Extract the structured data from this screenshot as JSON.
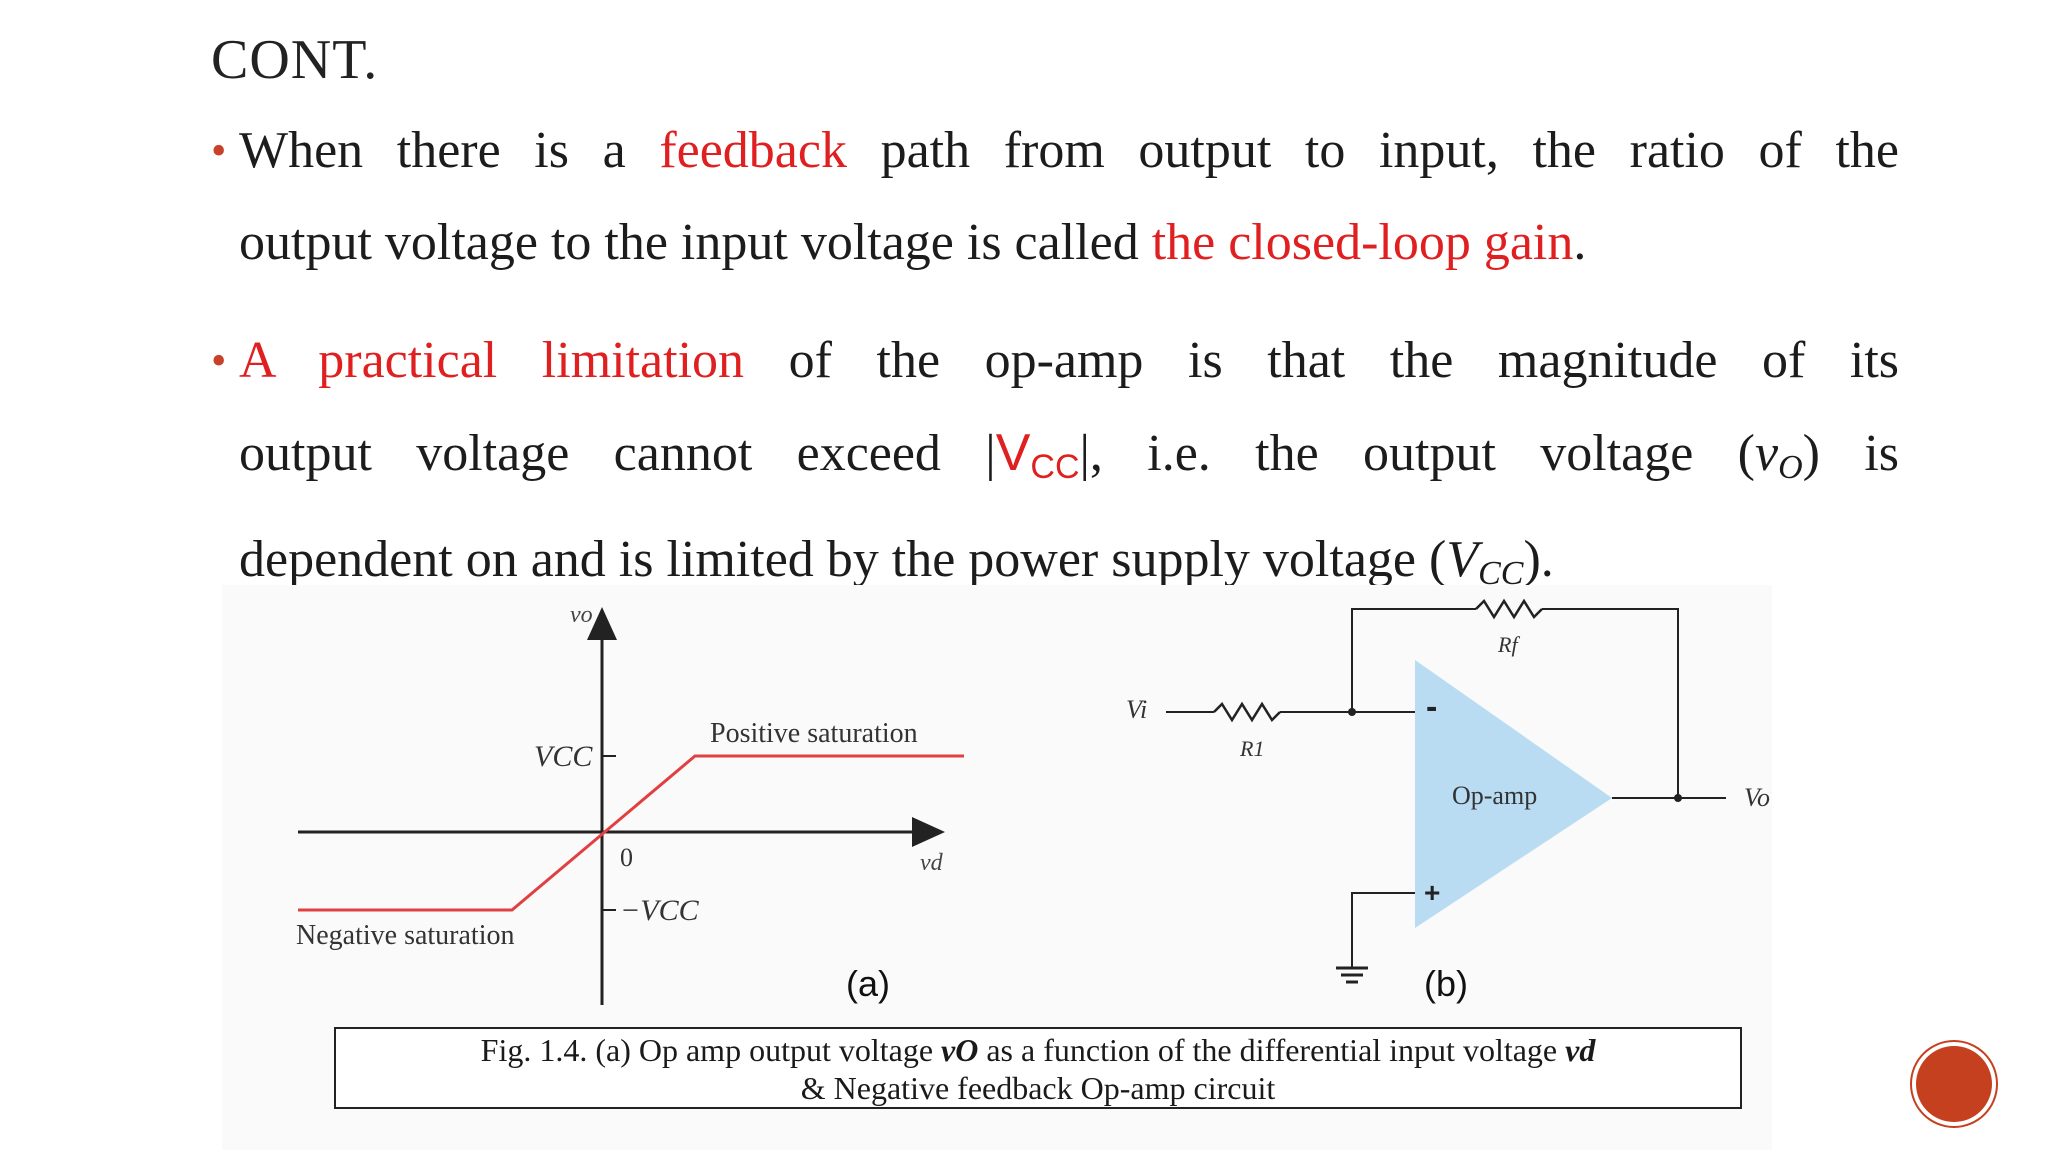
{
  "slide": {
    "title": "CONT.",
    "bullet1": {
      "l1_pre": "When there is a ",
      "l1_red": "feedback",
      "l1_post": " path from output to input, the ratio of the",
      "l2_pre": "output voltage to the input voltage is called ",
      "l2_red": "the closed-loop gain",
      "l2_post": "."
    },
    "bullet2": {
      "l1_red": "A practical limitation",
      "l1_post": " of the op-amp is that the magnitude of its",
      "l2_pre": "output voltage cannot exceed |",
      "l2_red": "V",
      "l2_red_sub": "CC",
      "l2_mid": "|, i.e. the output voltage (",
      "l2_v": "v",
      "l2_v_sub": "O",
      "l2_post": ") is",
      "l3_pre": "dependent on and is limited by the power supply voltage (",
      "l3_v": "V",
      "l3_v_sub": "CC",
      "l3_post": ")."
    }
  },
  "figure": {
    "graph": {
      "y_axis_label": "vo",
      "x_axis_label": "vd",
      "vcc_label": "VCC",
      "neg_vcc_label": "−VCC",
      "origin_label": "0",
      "positive_label": "Positive saturation",
      "negative_label": "Negative saturation",
      "panel_label": "(a)"
    },
    "circuit": {
      "vi_label": "Vi",
      "r1_label": "R1",
      "rf_label": "Rf",
      "vo_label": "Vo",
      "opamp_label": "Op-amp",
      "minus_label": "-",
      "plus_label": "+",
      "panel_label": "(b)"
    },
    "caption": {
      "line1_pre": "Fig. 1.4. (a) Op amp output voltage ",
      "line1_v": "vO",
      "line1_mid": " as a function of the differential input voltage ",
      "line1_vd": "vd",
      "line2": "& Negative feedback Op-amp circuit"
    }
  },
  "colors": {
    "accent_red": "#e02020",
    "bullet_dot": "#c8422a",
    "opamp_fill": "#b9dcf3",
    "nav_button": "#c5401f"
  }
}
